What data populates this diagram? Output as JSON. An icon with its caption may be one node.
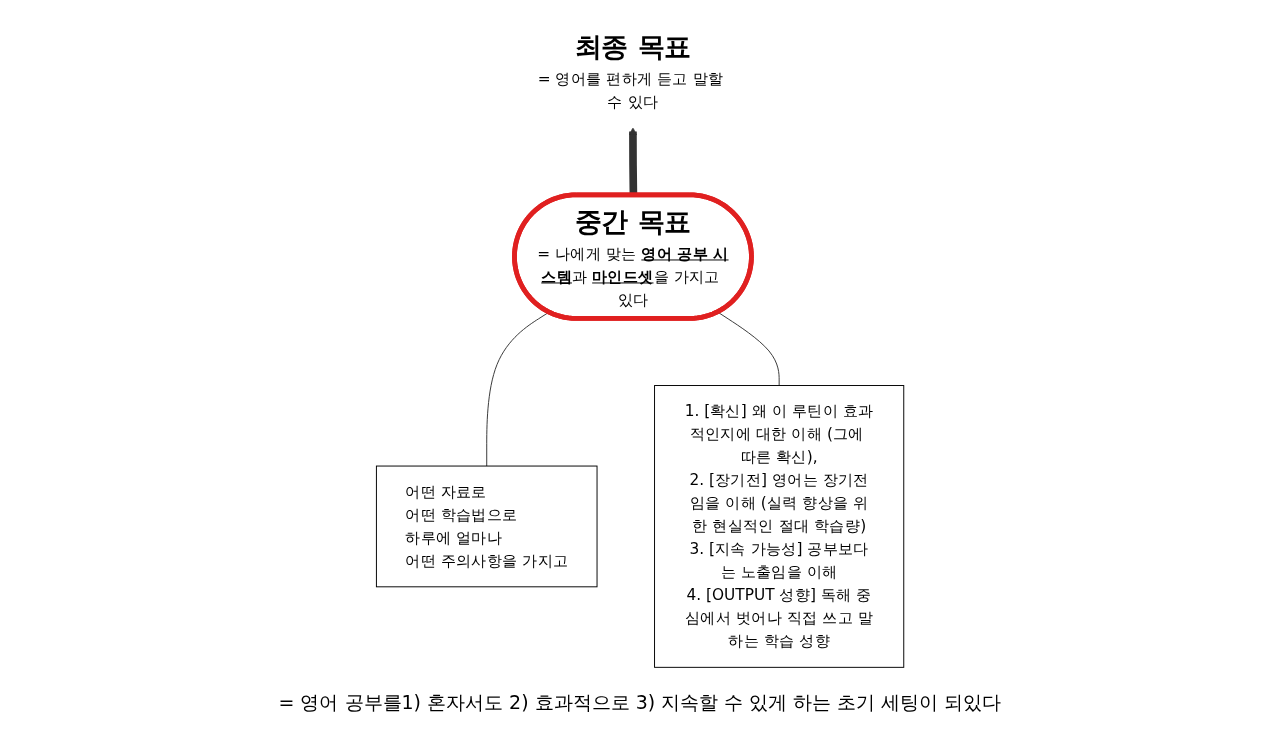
{
  "diagram": {
    "nodes": [
      {
        "text": [
          "최종 목표",
          "= 영어를 편하게 듣고 말할 수 있다"
        ]
      },
      {
        "text": [
          "중간 목표",
          "= 나에게 맞는 **영어 공부 시스템**과 **마인드셋**을 가지고 있다"
        ]
      },
      {
        "text": [
          "어떤 자료로",
          "어떤 학습법으로",
          "하루에 얼마나",
          "어떤 주의사항을 가지고"
        ]
      },
      {
        "text": [
          "1. [확신] 왜 이 루틴이 효과적인지에 대한 이해 (그에 따른 확신),",
          "2. [장기전] 영어는 장기전임을 이해 (실력 향상을 위한 현실적인 절대 학습량)",
          "3. [지속 가능성] 공부보다는 노출임을 이해",
          "4. [OUTPUT 성향] 독해 중심에서 벗어나 직접 쓰고 말하는 학습 성향"
        ]
      }
    ],
    "edges": [
      {
        "from": 1,
        "to": 0,
        "arrow": "to",
        "style": "thick"
      },
      {
        "from": 1,
        "to": 2,
        "arrow": "none"
      },
      {
        "from": 1,
        "to": 3,
        "arrow": "none"
      }
    ],
    "labels": [
      "= 영어 공부를1) 혼자서도 2) 효과적으로 3) 지속할 수 있게 하는 초기 세팅이 되있다"
    ]
  }
}
